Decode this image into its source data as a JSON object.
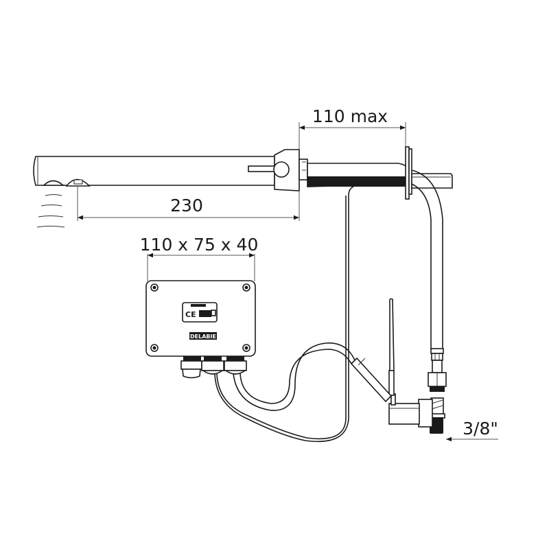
{
  "diagram": {
    "subject": "Electronic wall-mounted tap with remote electronic box",
    "dimensions": {
      "projection": "110 max",
      "spout_length": "230",
      "box_size": "110 x 75 x 40",
      "inlet_thread": "3/8\""
    },
    "box_labels": {
      "marking": "CE",
      "brand": "DELABIE"
    },
    "components": [
      "spout",
      "sensor",
      "spout-body",
      "wall-plate",
      "supply-hose",
      "electronic-box",
      "cable-glands",
      "solenoid-valve",
      "inlet-connector"
    ],
    "colors": {
      "line": "#1a1a1a",
      "background": "#ffffff"
    }
  }
}
